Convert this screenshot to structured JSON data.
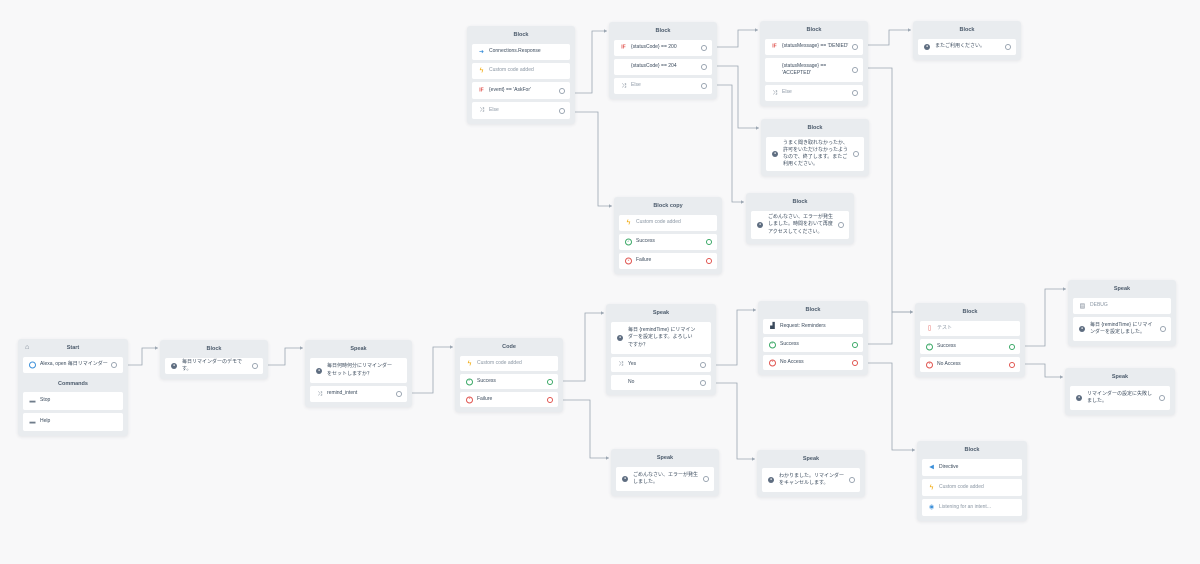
{
  "start": {
    "title": "Start",
    "intro": "Alexa, open 毎日リマインダー",
    "commands_title": "Commands",
    "commands": [
      "Stop",
      "Help"
    ]
  },
  "n_block_welcome": {
    "title": "Block",
    "text": "毎日リマインダーのデモです。"
  },
  "n_speak_ask": {
    "title": "Speak",
    "text": "毎日何時何分にリマインダーをセットしますか？",
    "intent": "remind_intent"
  },
  "n_code": {
    "title": "Code",
    "custom": "Custom code added",
    "success": "Success",
    "failure": "Failure"
  },
  "n_speak_confirm": {
    "title": "Speak",
    "text": "毎日 {remindTime} にリマインダーを設定します。よろしいですか？",
    "yes": "Yes",
    "no": "No"
  },
  "n_speak_error1": {
    "title": "Speak",
    "text": "ごめんなさい、エラーが発生しました。"
  },
  "n_block_request": {
    "title": "Block",
    "request": "Request: Reminders",
    "success": "Success",
    "noaccess": "No Access"
  },
  "n_speak_cancel": {
    "title": "Speak",
    "text": "わかりました。リマインダーをキャンセルします。"
  },
  "n_block_test": {
    "title": "Block",
    "test": "テスト",
    "success": "Success",
    "noaccess": "No Access"
  },
  "n_speak_debug": {
    "title": "Speak",
    "debug": "DEBUG",
    "text": "毎日 {remindTime} にリマインダーを設定しました。"
  },
  "n_speak_failset": {
    "title": "Speak",
    "text": "リマインダーの設定に失敗しました。"
  },
  "n_block_directive": {
    "title": "Block",
    "directive": "Directive",
    "custom": "Custom code added",
    "listen": "Listening for an intent..."
  },
  "n_block_conn": {
    "title": "Block",
    "conn": "Connections.Response",
    "custom": "Custom code added",
    "cond": "{event} == 'AskFor'",
    "else": "Else"
  },
  "n_block_status": {
    "title": "Block",
    "c1": "{statusCode} == 200",
    "c2": "{statusCode} == 204",
    "else": "Else"
  },
  "n_block_msg": {
    "title": "Block",
    "c1": "{statusMessage} == 'DENIED'",
    "c2": "{statusMessage} == 'ACCEPTED'",
    "else": "Else"
  },
  "n_block_again": {
    "title": "Block",
    "text": "またご利用ください。"
  },
  "n_block_sorry": {
    "title": "Block",
    "text": "うまく聞き取れなかったか、許可をいただけなかったようなので、終了します。またご利用ください。"
  },
  "n_block_copy": {
    "title": "Block copy",
    "custom": "Custom code added",
    "success": "Success",
    "failure": "Failure"
  },
  "n_block_error2": {
    "title": "Block",
    "text": "ごめんなさい、エラーが発生しました。時間をおいて再度アクセスしてください。"
  },
  "colors": {
    "background": "#f8f8f9",
    "node": "#e9ecef",
    "edge": "#9aa5b1",
    "success": "#3aa866",
    "failure": "#e0544f",
    "custom_code": "#f0a500",
    "if_condition": "#e0544f"
  }
}
